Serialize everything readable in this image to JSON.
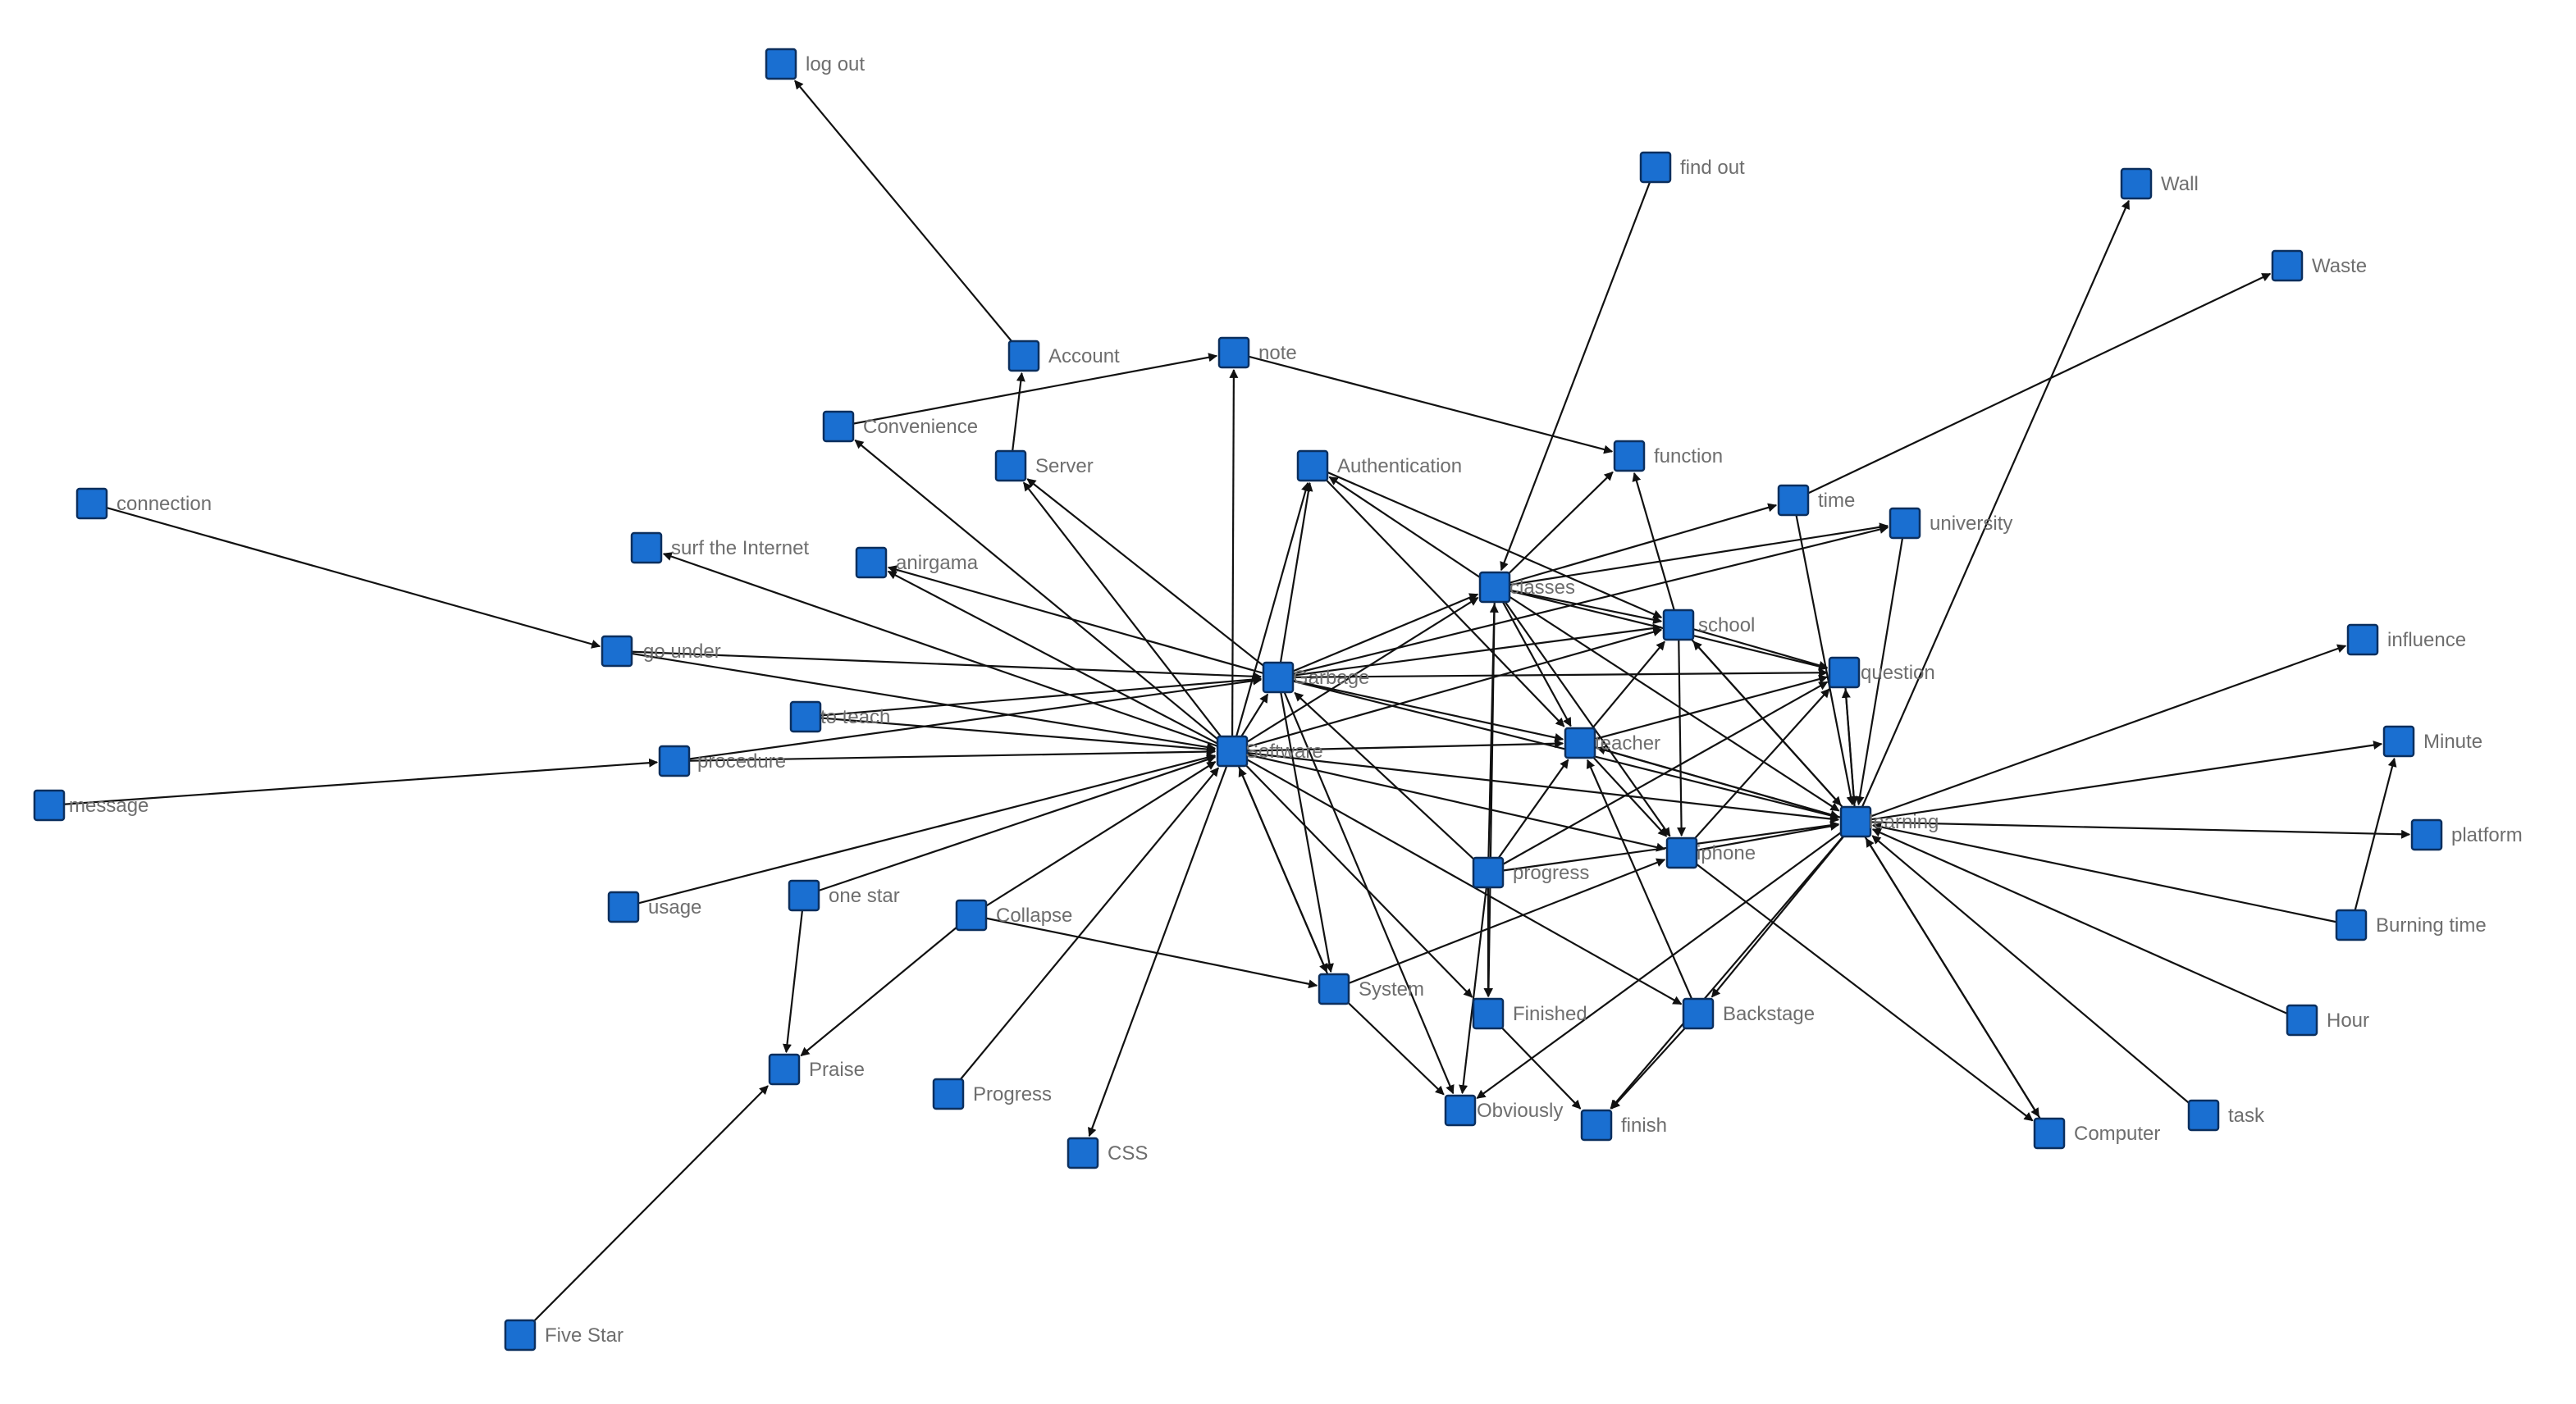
{
  "nodes": [
    {
      "id": "log_out",
      "label": "log out"
    },
    {
      "id": "find_out",
      "label": "find out"
    },
    {
      "id": "wall",
      "label": "Wall"
    },
    {
      "id": "waste",
      "label": "Waste"
    },
    {
      "id": "account",
      "label": "Account"
    },
    {
      "id": "note",
      "label": "note"
    },
    {
      "id": "convenience",
      "label": "Convenience"
    },
    {
      "id": "server",
      "label": "Server"
    },
    {
      "id": "authentication",
      "label": "Authentication"
    },
    {
      "id": "function",
      "label": "function"
    },
    {
      "id": "connection",
      "label": "connection"
    },
    {
      "id": "time",
      "label": "time"
    },
    {
      "id": "university",
      "label": "university"
    },
    {
      "id": "surf",
      "label": "surf the Internet"
    },
    {
      "id": "anirgama",
      "label": "anirgama"
    },
    {
      "id": "classes",
      "label": "classes"
    },
    {
      "id": "school",
      "label": "school"
    },
    {
      "id": "go_under",
      "label": "go under"
    },
    {
      "id": "garbage",
      "label": "Garbage"
    },
    {
      "id": "question",
      "label": "question"
    },
    {
      "id": "influence",
      "label": "influence"
    },
    {
      "id": "to_teach",
      "label": "to teach"
    },
    {
      "id": "teacher",
      "label": "teacher"
    },
    {
      "id": "procedure",
      "label": "procedure"
    },
    {
      "id": "software",
      "label": "Software"
    },
    {
      "id": "minute",
      "label": "Minute"
    },
    {
      "id": "message",
      "label": "message"
    },
    {
      "id": "learning",
      "label": "learning"
    },
    {
      "id": "platform",
      "label": "platform"
    },
    {
      "id": "iphone",
      "label": "iphone"
    },
    {
      "id": "progress",
      "label": "progress"
    },
    {
      "id": "usage",
      "label": "usage"
    },
    {
      "id": "one_star",
      "label": "one star"
    },
    {
      "id": "collapse",
      "label": "Collapse"
    },
    {
      "id": "burning_time",
      "label": "Burning time"
    },
    {
      "id": "system",
      "label": "System"
    },
    {
      "id": "finished",
      "label": "Finished"
    },
    {
      "id": "backstage",
      "label": "Backstage"
    },
    {
      "id": "hour",
      "label": "Hour"
    },
    {
      "id": "praise",
      "label": "Praise"
    },
    {
      "id": "progress2",
      "label": "Progress"
    },
    {
      "id": "obviously",
      "label": "Obviously"
    },
    {
      "id": "finish",
      "label": "finish"
    },
    {
      "id": "task",
      "label": "task"
    },
    {
      "id": "computer",
      "label": "Computer"
    },
    {
      "id": "css",
      "label": "CSS"
    },
    {
      "id": "five_star",
      "label": "Five Star"
    }
  ],
  "edges": [
    [
      "account",
      "log_out"
    ],
    [
      "server",
      "account"
    ],
    [
      "convenience",
      "note"
    ],
    [
      "note",
      "function"
    ],
    [
      "software",
      "note"
    ],
    [
      "software",
      "server"
    ],
    [
      "software",
      "convenience"
    ],
    [
      "software",
      "authentication"
    ],
    [
      "software",
      "surf"
    ],
    [
      "software",
      "anirgama"
    ],
    [
      "software",
      "css"
    ],
    [
      "software",
      "system"
    ],
    [
      "software",
      "garbage"
    ],
    [
      "software",
      "teacher"
    ],
    [
      "software",
      "classes"
    ],
    [
      "software",
      "school"
    ],
    [
      "software",
      "iphone"
    ],
    [
      "software",
      "learning"
    ],
    [
      "software",
      "finished"
    ],
    [
      "to_teach",
      "software"
    ],
    [
      "procedure",
      "software"
    ],
    [
      "go_under",
      "software"
    ],
    [
      "usage",
      "software"
    ],
    [
      "one_star",
      "software"
    ],
    [
      "collapse",
      "software"
    ],
    [
      "progress2",
      "software"
    ],
    [
      "message",
      "procedure"
    ],
    [
      "connection",
      "go_under"
    ],
    [
      "one_star",
      "praise"
    ],
    [
      "five_star",
      "praise"
    ],
    [
      "collapse",
      "praise"
    ],
    [
      "go_under",
      "garbage"
    ],
    [
      "procedure",
      "garbage"
    ],
    [
      "to_teach",
      "garbage"
    ],
    [
      "garbage",
      "authentication"
    ],
    [
      "garbage",
      "classes"
    ],
    [
      "garbage",
      "server"
    ],
    [
      "garbage",
      "teacher"
    ],
    [
      "garbage",
      "school"
    ],
    [
      "garbage",
      "question"
    ],
    [
      "garbage",
      "system"
    ],
    [
      "garbage",
      "learning"
    ],
    [
      "garbage",
      "anirgama"
    ],
    [
      "garbage",
      "obviously"
    ],
    [
      "garbage",
      "university"
    ],
    [
      "authentication",
      "teacher"
    ],
    [
      "authentication",
      "school"
    ],
    [
      "find_out",
      "classes"
    ],
    [
      "classes",
      "function"
    ],
    [
      "classes",
      "school"
    ],
    [
      "classes",
      "teacher"
    ],
    [
      "classes",
      "time"
    ],
    [
      "classes",
      "university"
    ],
    [
      "classes",
      "question"
    ],
    [
      "classes",
      "learning"
    ],
    [
      "classes",
      "iphone"
    ],
    [
      "classes",
      "authentication"
    ],
    [
      "learning",
      "wall"
    ],
    [
      "time",
      "waste"
    ],
    [
      "time",
      "learning"
    ],
    [
      "school",
      "function"
    ],
    [
      "school",
      "question"
    ],
    [
      "school",
      "iphone"
    ],
    [
      "school",
      "learning"
    ],
    [
      "teacher",
      "school"
    ],
    [
      "teacher",
      "question"
    ],
    [
      "teacher",
      "learning"
    ],
    [
      "teacher",
      "iphone"
    ],
    [
      "question",
      "learning"
    ],
    [
      "learning",
      "question"
    ],
    [
      "learning",
      "school"
    ],
    [
      "learning",
      "influence"
    ],
    [
      "learning",
      "minute"
    ],
    [
      "learning",
      "platform"
    ],
    [
      "burning_time",
      "learning"
    ],
    [
      "burning_time",
      "minute"
    ],
    [
      "hour",
      "learning"
    ],
    [
      "task",
      "learning"
    ],
    [
      "learning",
      "computer"
    ],
    [
      "computer",
      "learning"
    ],
    [
      "learning",
      "teacher"
    ],
    [
      "learning",
      "backstage"
    ],
    [
      "learning",
      "finish"
    ],
    [
      "learning",
      "obviously"
    ],
    [
      "progress",
      "classes"
    ],
    [
      "progress",
      "teacher"
    ],
    [
      "progress",
      "finished"
    ],
    [
      "progress",
      "obviously"
    ],
    [
      "progress",
      "question"
    ],
    [
      "progress",
      "learning"
    ],
    [
      "progress",
      "garbage"
    ],
    [
      "iphone",
      "learning"
    ],
    [
      "iphone",
      "question"
    ],
    [
      "iphone",
      "computer"
    ],
    [
      "system",
      "software"
    ],
    [
      "system",
      "obviously"
    ],
    [
      "system",
      "iphone"
    ],
    [
      "collapse",
      "system"
    ],
    [
      "finished",
      "finish"
    ],
    [
      "classes",
      "finished"
    ],
    [
      "backstage",
      "teacher"
    ],
    [
      "backstage",
      "finish"
    ],
    [
      "software",
      "backstage"
    ],
    [
      "university",
      "learning"
    ]
  ]
}
